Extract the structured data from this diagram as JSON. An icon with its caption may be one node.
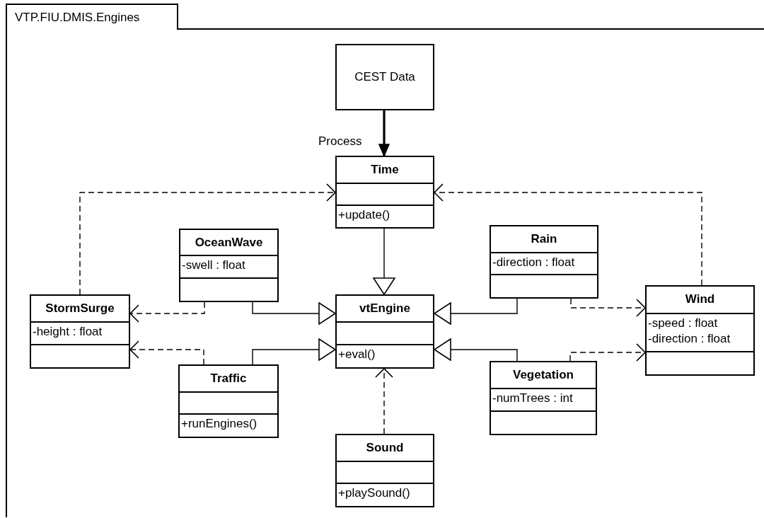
{
  "diagram": {
    "nodes": [
      {
        "text": [
          "VTP.FIU.DMIS.Engines"
        ]
      },
      {
        "text": [
          "CEST Data"
        ],
        "in": 0
      },
      {
        "text": [
          "Time",
          "+update()"
        ],
        "in": 0
      },
      {
        "text": [
          "OceanWave",
          "-swell : float"
        ],
        "in": 0
      },
      {
        "text": [
          "Rain",
          "-direction : float"
        ],
        "in": 0
      },
      {
        "text": [
          "StormSurge",
          "-height : float"
        ],
        "in": 0
      },
      {
        "text": [
          "vtEngine",
          "+eval()"
        ],
        "in": 0
      },
      {
        "text": [
          "Wind",
          "-speed : float",
          "-direction : float"
        ],
        "in": 0
      },
      {
        "text": [
          "Traffic",
          "+runEngines()"
        ],
        "in": 0
      },
      {
        "text": [
          "Vegetation",
          "-numTrees : int"
        ],
        "in": 0
      },
      {
        "text": [
          "Sound",
          "+playSound()"
        ],
        "in": 0
      }
    ],
    "edges": [
      {
        "from": 1,
        "to": 2,
        "arrow": "to",
        "label": "Process",
        "style": "thick"
      },
      {
        "from": 5,
        "to": 2,
        "arrow": "to",
        "style": "dashed"
      },
      {
        "from": 7,
        "to": 2,
        "arrow": "to",
        "style": "dashed"
      },
      {
        "from": 2,
        "to": 6,
        "arrow": "to"
      },
      {
        "from": 3,
        "to": 6,
        "arrow": "to"
      },
      {
        "from": 8,
        "to": 6,
        "arrow": "to"
      },
      {
        "from": 4,
        "to": 6,
        "arrow": "to"
      },
      {
        "from": 9,
        "to": 6,
        "arrow": "to"
      },
      {
        "from": 3,
        "to": 5,
        "arrow": "to",
        "style": "dashed"
      },
      {
        "from": 8,
        "to": 5,
        "arrow": "to",
        "style": "dashed"
      },
      {
        "from": 4,
        "to": 7,
        "arrow": "to",
        "style": "dashed"
      },
      {
        "from": 9,
        "to": 7,
        "arrow": "to",
        "style": "dashed"
      },
      {
        "from": 10,
        "to": 6,
        "arrow": "to",
        "style": "dashed"
      }
    ]
  }
}
